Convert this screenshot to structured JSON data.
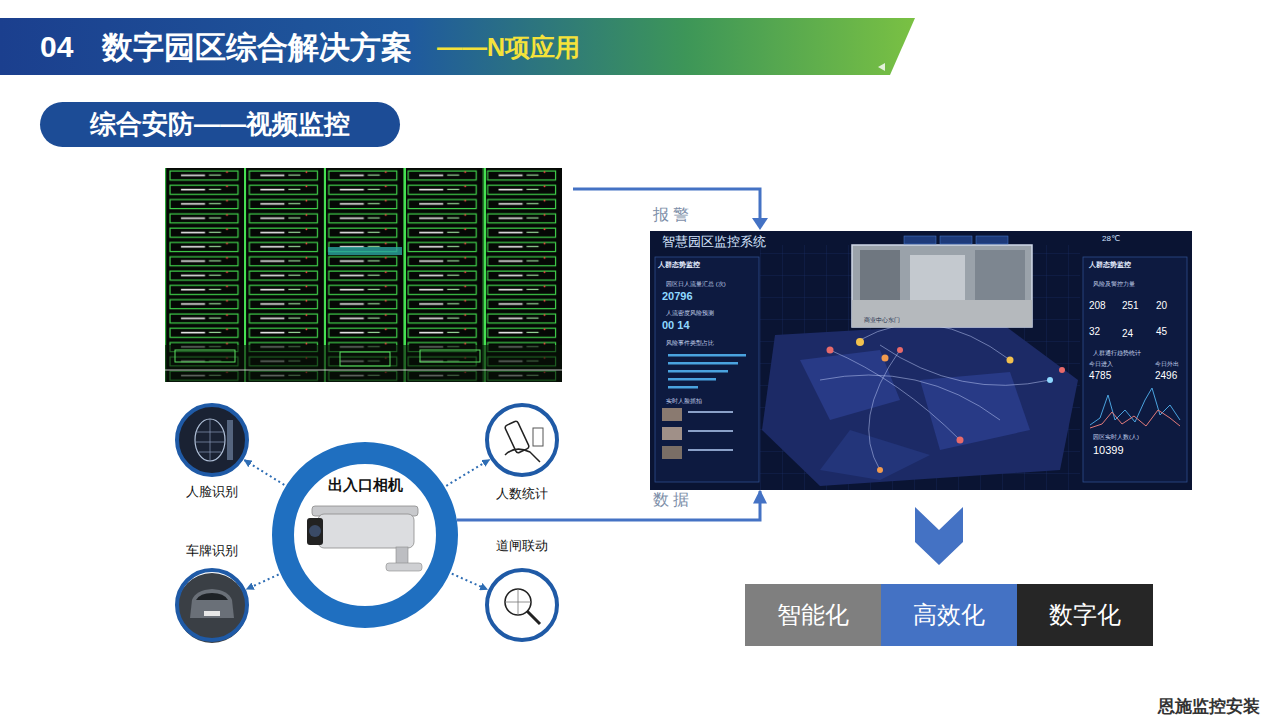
{
  "diagram": {
    "title": "数字园区综合解决方案",
    "nodes": [
      {
        "text": [
          "综合安防——视频监控"
        ]
      },
      {
        "text": [
          "出入口相机"
        ]
      },
      {
        "text": [
          "人脸识别"
        ]
      },
      {
        "text": [
          "人数统计"
        ]
      },
      {
        "text": [
          "车牌识别"
        ]
      },
      {
        "text": [
          "道闸联动"
        ]
      },
      {
        "text": [
          "智慧园区监控系统"
        ]
      },
      {
        "text": [
          "智能化"
        ]
      },
      {
        "text": [
          "高效化"
        ]
      },
      {
        "text": [
          "数字化"
        ]
      }
    ],
    "edges": [
      {
        "from": 1,
        "to": 2,
        "arrow": "to"
      },
      {
        "from": 1,
        "to": 3,
        "arrow": "to"
      },
      {
        "from": 1,
        "to": 4,
        "arrow": "to"
      },
      {
        "from": 1,
        "to": 5,
        "arrow": "to"
      },
      {
        "from": 1,
        "to": 6,
        "label": "数 据",
        "arrow": "to"
      }
    ],
    "labels": [
      "04",
      "——N项应用",
      "报 警",
      "28℃",
      "人群态势监控",
      "园区日人流量汇总 (次)",
      "20796",
      "人流密度风险预测",
      "00 14",
      "风险事件类型占比",
      "实时人脸抓拍",
      "商业中心东门",
      "人群态势监控",
      "风险及警控力量",
      "208",
      "251",
      "20",
      "32",
      "24",
      "45",
      "人群通行趋势统计",
      "今日进入",
      "今日外出",
      "4785",
      "2496",
      "园区实时人数(人)",
      "10399",
      "恩施监控安装"
    ]
  }
}
